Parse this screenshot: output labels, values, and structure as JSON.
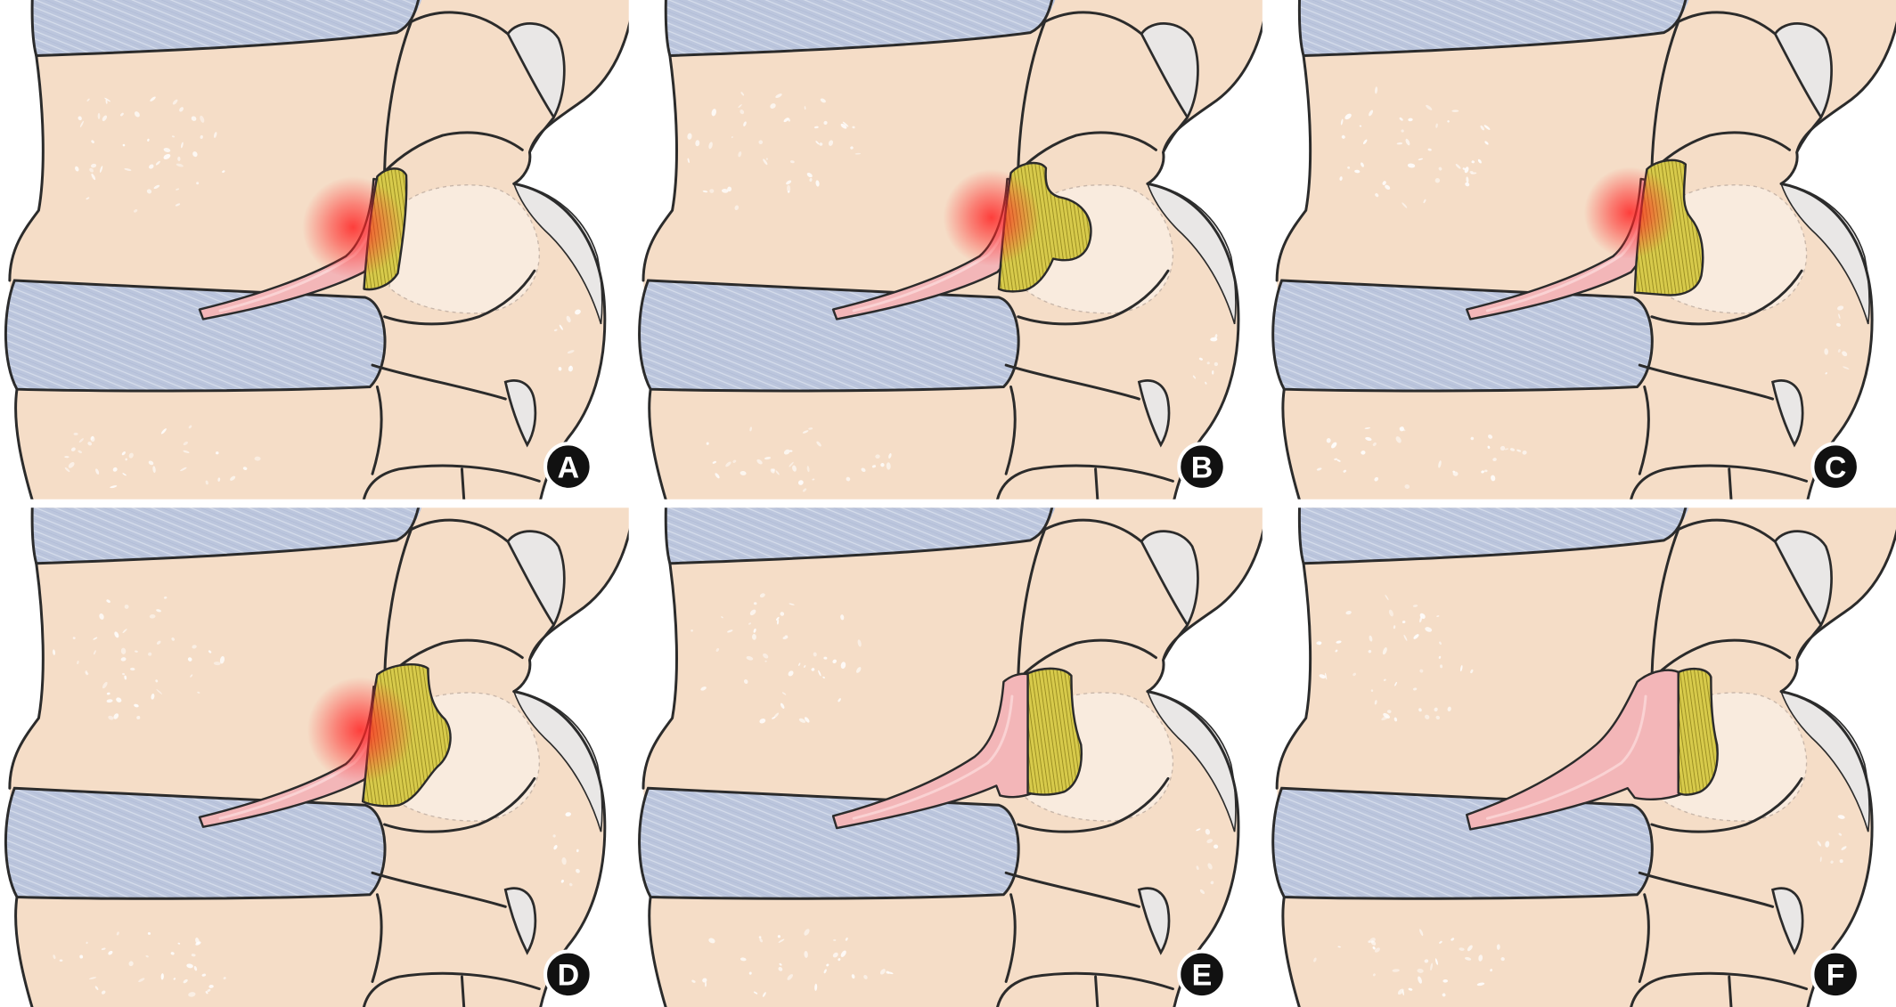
{
  "figure": {
    "colors": {
      "bone": "#f5ddc7",
      "speckle": "#ffffff",
      "disc": "#bcc6dd",
      "disc_highlight": "#dfe5f1",
      "disc_shade": "#9faacb",
      "nerve": "#f3b6b8",
      "nerve_highlight": "#fbd9da",
      "ligament": "#d7ca4b",
      "ligament_fiber": "#9a8d22",
      "glow": "#ff2424",
      "cartilage": "#e9e7e6",
      "ghost": "#fbf0e6",
      "outline": "#2b2b2b",
      "label_bg": "#111111",
      "label_ring": "#ffffff",
      "label_text": "#ffffff"
    },
    "panels": [
      {
        "label": "A"
      },
      {
        "label": "B"
      },
      {
        "label": "C"
      },
      {
        "label": "D"
      },
      {
        "label": "E"
      },
      {
        "label": "F"
      }
    ]
  }
}
